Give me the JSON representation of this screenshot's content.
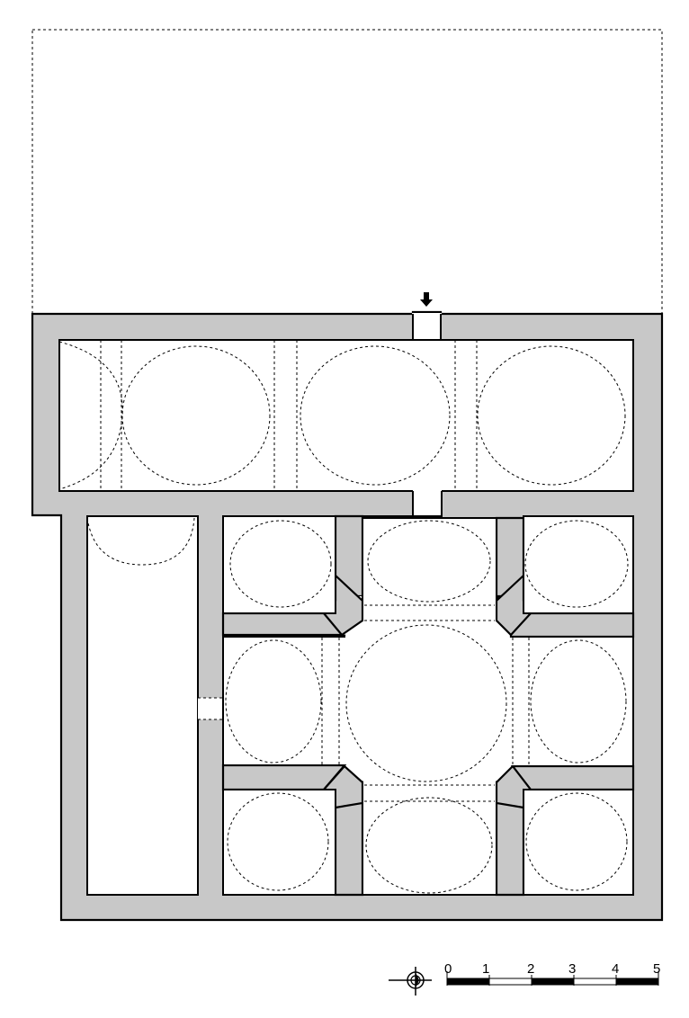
{
  "scale_bar": {
    "ticks": [
      "0",
      "1",
      "2",
      "3",
      "4",
      "5"
    ]
  },
  "icons": {
    "entrance": "entrance-arrow-icon",
    "north": "north-arrow-icon"
  }
}
